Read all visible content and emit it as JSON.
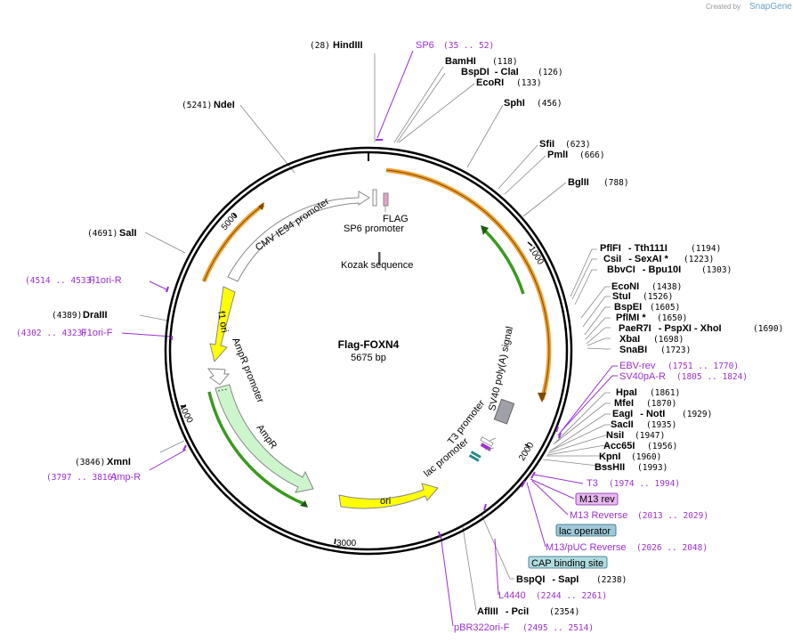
{
  "credit": {
    "created_by": "Created by",
    "brand": "SnapGene"
  },
  "plasmid": {
    "name": "Flag-FOXN4",
    "size": "5675 bp"
  },
  "ticks": [
    "1000",
    "2000",
    "3000",
    "4000",
    "5000"
  ],
  "features": {
    "cmv": "CMV IE94 promoter",
    "flag": "FLAG",
    "sp6_promoter": "SP6 promoter",
    "kozak": "Kozak sequence",
    "f1ori": "f1 ori",
    "ampr_promoter": "AmpR promoter",
    "ampr": "AmpR",
    "ori": "ori",
    "sv40": "SV40 poly(A) signal",
    "t3_promoter": "T3 promoter",
    "lac_promoter": "lac promoter"
  },
  "sites": [
    {
      "pos": "(28)",
      "name": "HindIII"
    },
    {
      "name": "BamHI",
      "pos": "(118)"
    },
    {
      "name": "BspDI",
      "sep": "- ClaI",
      "pos": "(126)"
    },
    {
      "name": "EcoRI",
      "pos": "(133)"
    },
    {
      "name": "SphI",
      "pos": "(456)"
    },
    {
      "name": "SfiI",
      "pos": "(623)"
    },
    {
      "name": "PmlI",
      "pos": "(666)"
    },
    {
      "name": "BglII",
      "pos": "(788)"
    },
    {
      "name": "PflFI",
      "sep": "- Tth111I",
      "pos": "(1194)"
    },
    {
      "name": "CsiI",
      "sep": "- SexAI *",
      "pos": "(1223)"
    },
    {
      "name": "BbvCI",
      "sep": "- Bpu10I",
      "pos": "(1303)"
    },
    {
      "name": "EcoNI",
      "pos": "(1438)"
    },
    {
      "name": "StuI",
      "pos": "(1526)"
    },
    {
      "name": "BspEI",
      "pos": "(1605)"
    },
    {
      "name": "PflMI *",
      "pos": "(1650)"
    },
    {
      "name": "PaeR7I",
      "sep": "- PspXI   - XhoI",
      "pos": "(1690)"
    },
    {
      "name": "XbaI",
      "pos": "(1698)"
    },
    {
      "name": "SnaBI",
      "pos": "(1723)"
    },
    {
      "name": "HpaI",
      "pos": "(1861)"
    },
    {
      "name": "MfeI",
      "pos": "(1870)"
    },
    {
      "name": "EagI",
      "sep": "- NotI",
      "pos": "(1929)"
    },
    {
      "name": "SacII",
      "pos": "(1935)"
    },
    {
      "name": "NsiI",
      "pos": "(1947)"
    },
    {
      "name": "Acc65I",
      "pos": "(1956)"
    },
    {
      "name": "KpnI",
      "pos": "(1960)"
    },
    {
      "name": "BssHII",
      "pos": "(1993)"
    },
    {
      "name": "BspQI",
      "sep": "- SapI",
      "pos": "(2238)"
    },
    {
      "name": "AflIII",
      "sep": "- PciI",
      "pos": "(2354)"
    },
    {
      "pos": "(3846)",
      "name": "XmnI"
    },
    {
      "pos": "(4389)",
      "name": "DraIII"
    },
    {
      "pos": "(4691)",
      "name": "SalI"
    },
    {
      "pos": "(5241)",
      "name": "NdeI"
    }
  ],
  "primers": [
    {
      "name": "SP6",
      "pos": "(35 .. 52)"
    },
    {
      "name": "EBV-rev",
      "pos": "(1751 .. 1770)"
    },
    {
      "name": "SV40pA-R",
      "pos": "(1805 .. 1824)"
    },
    {
      "name": "T3",
      "pos": "(1974 .. 1994)"
    },
    {
      "name": "M13 rev",
      "pos": ""
    },
    {
      "name": "M13 Reverse",
      "pos": "(2013 .. 2029)"
    },
    {
      "name": "lac operator",
      "pos": ""
    },
    {
      "name": "M13/pUC Reverse",
      "pos": "(2026 .. 2048)"
    },
    {
      "name": "CAP binding site",
      "pos": ""
    },
    {
      "name": "L4440",
      "pos": "(2244 .. 2261)"
    },
    {
      "name": "pBR322ori-F",
      "pos": "(2495 .. 2514)"
    },
    {
      "name": "Amp-R",
      "pos": "(3797 .. 3816)"
    },
    {
      "name": "F1ori-F",
      "pos": "(4302 .. 4323)"
    },
    {
      "name": "F1ori-R",
      "pos": "(4514 .. 4533)"
    }
  ],
  "colors": {
    "backbone": "#000000",
    "orange": "#f0a030",
    "green": "#3a9a1e",
    "primer": "#9b30d0",
    "yellow": "#ffff00",
    "light_green": "#ccf5cc",
    "m13_box": "#e8b8f0",
    "lac_box": "#a0c8d8",
    "cap_box": "#b0dce0"
  }
}
